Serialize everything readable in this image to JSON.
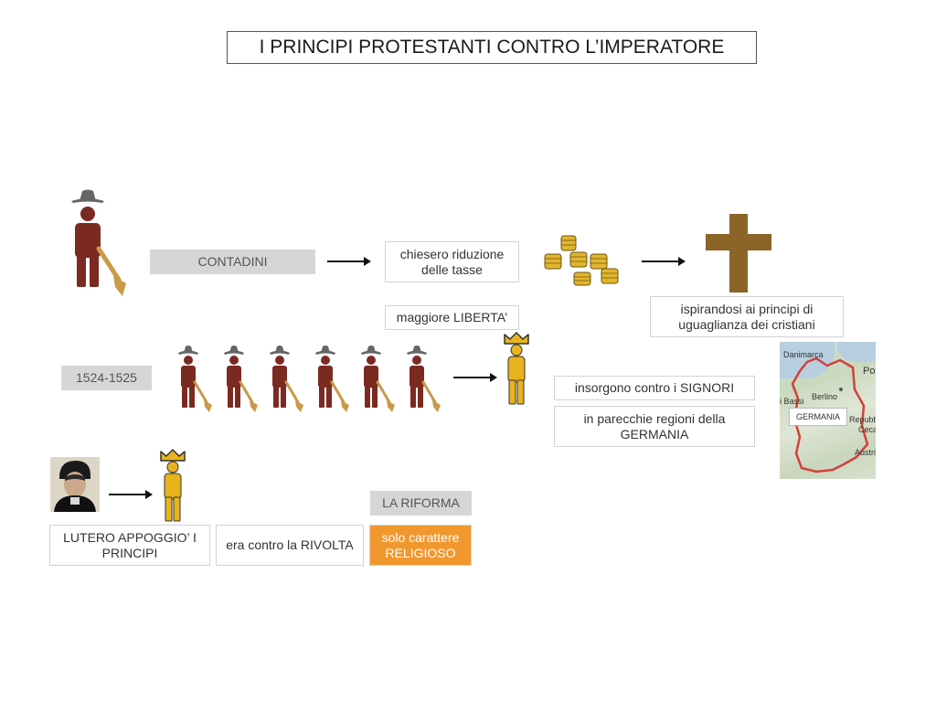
{
  "title": "I PRINCIPI PROTESTANTI CONTRO L’IMPERATORE",
  "boxes": {
    "contadini": "CONTADINI",
    "riduzione": "chiesero riduzione delle tasse",
    "liberta": "maggiore LIBERTA’",
    "uguaglianza": "ispirandosi ai principi di uguaglianza dei cristiani",
    "years": "1524-1525",
    "insorgono": "insorgono contro i SIGNORI",
    "regioni": "in parecchie regioni della GERMANIA",
    "riforma": "LA RIFORMA",
    "lutero": "LUTERO APPOGGIO’ I PRINCIPI",
    "rivolta": "era contro la RIVOLTA",
    "religioso": "solo carattere RELIGIOSO"
  },
  "map": {
    "danimarca": "Danimarca",
    "po": "Po",
    "bassi": "i Bassi",
    "berlino": "Berlino",
    "repubb": "Repubb",
    "ceca": "Ceca",
    "austri": "Austri",
    "germania": "GERMANIA"
  },
  "colors": {
    "peasant": "#7b2a22",
    "prince": "#e8b41e",
    "hat": "#666666",
    "cross": "#8b6428",
    "coin": "#e3b52e",
    "orange": "#f0982e",
    "border_red": "#d2403a"
  }
}
